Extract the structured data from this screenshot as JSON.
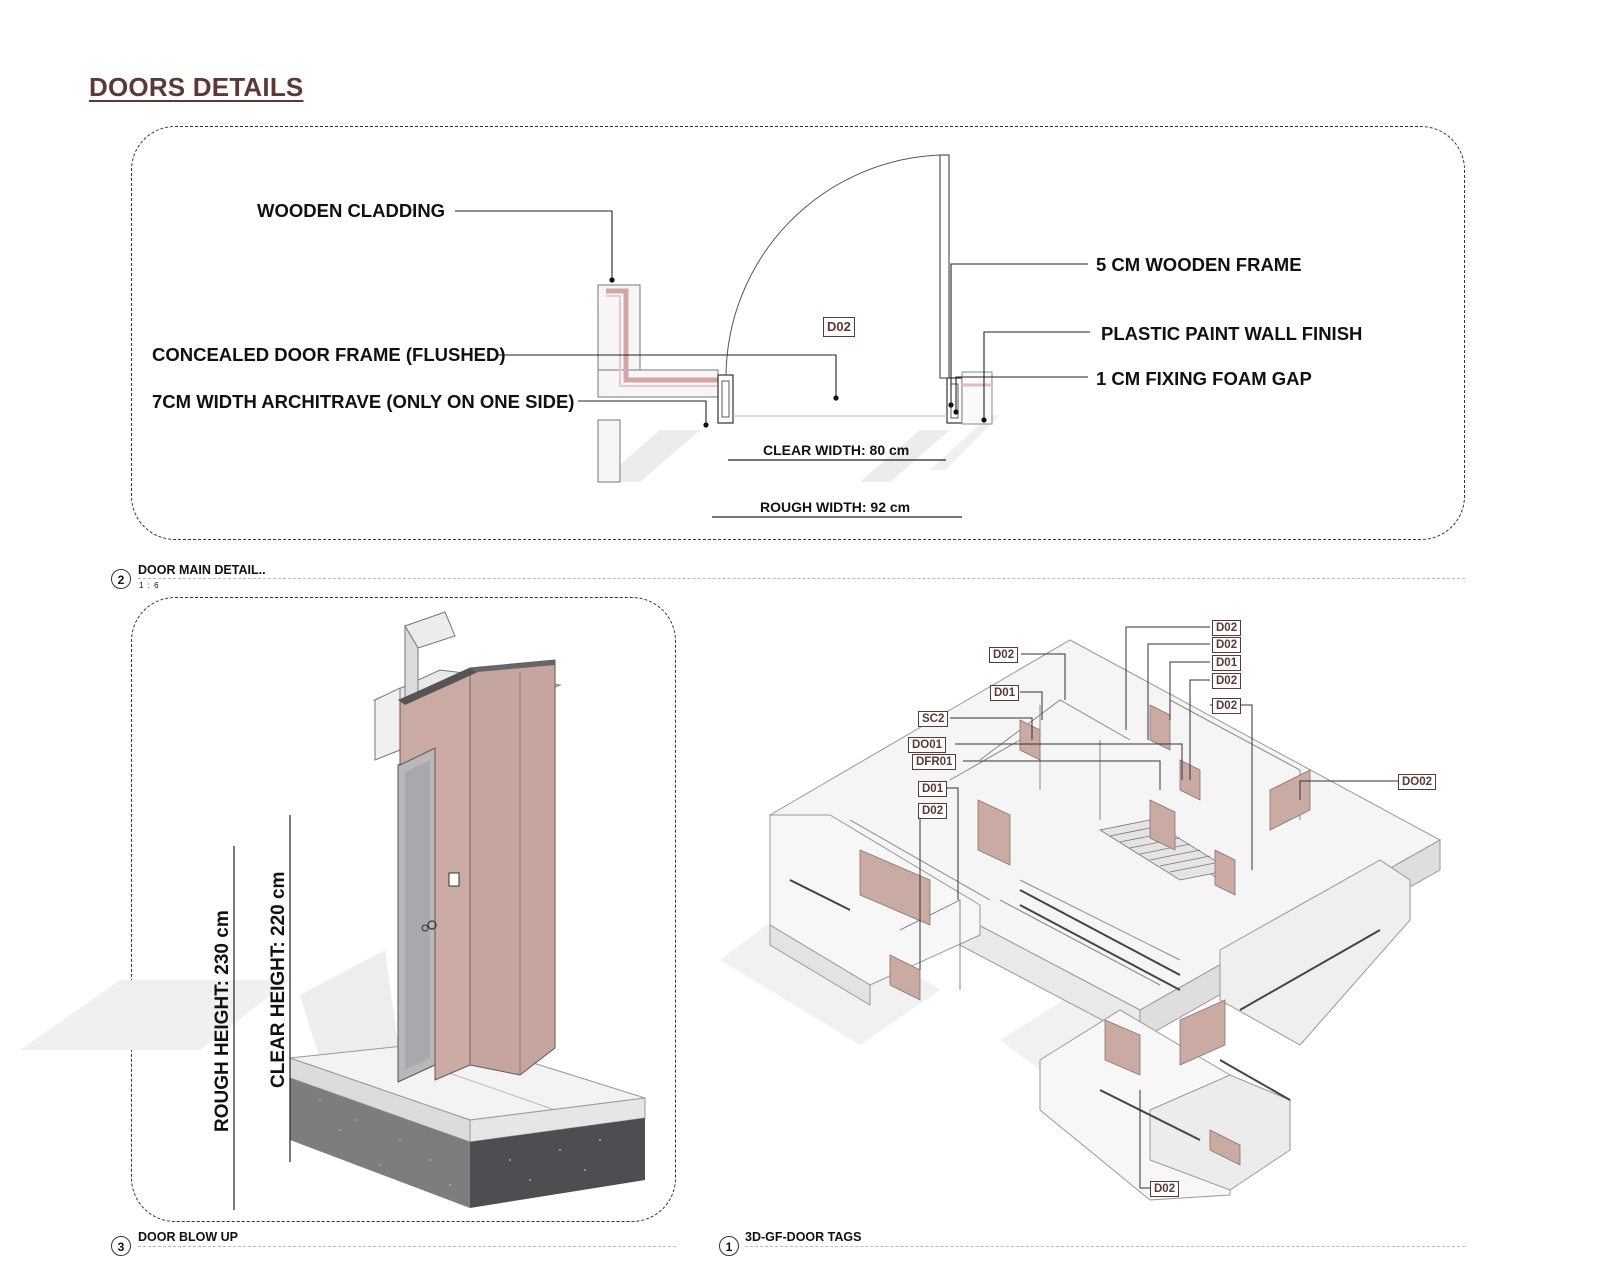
{
  "page": {
    "title": "DOORS DETAILS"
  },
  "plan_detail": {
    "annotations": {
      "wooden_cladding": "WOODEN CLADDING",
      "concealed_frame": "CONCEALED DOOR FRAME (FLUSHED)",
      "architrave": "7CM WIDTH ARCHITRAVE (ONLY ON ONE SIDE)",
      "wooden_frame": "5 CM WOODEN FRAME",
      "paint_finish": "PLASTIC PAINT WALL FINISH",
      "foam_gap": "1 CM FIXING FOAM GAP"
    },
    "door_tag": "D02",
    "clear_width": "CLEAR WIDTH:  80 cm",
    "rough_width": "ROUGH WIDTH:  92 cm"
  },
  "blowup": {
    "rough_height": "ROUGH HEIGHT:  230 cm",
    "clear_height": "CLEAR HEIGHT:  220 cm"
  },
  "view_titles": [
    {
      "number": "2",
      "title": "DOOR MAIN DETAIL..",
      "scale": "1 : 6"
    },
    {
      "number": "3",
      "title": "DOOR BLOW UP"
    },
    {
      "number": "1",
      "title": "3D-GF-DOOR TAGS"
    }
  ],
  "iso_tags": {
    "t1": "D02",
    "t2": "D02",
    "t3": "D02",
    "t4": "D01",
    "t5": "D02",
    "t6": "D01",
    "t7": "D02",
    "t8": "SC2",
    "t9": "DO01",
    "t10": "DFR01",
    "t11": "D01",
    "t12": "D02",
    "t13": "DO02",
    "t14": "D02"
  },
  "colors": {
    "title": "#5b3a36",
    "accent_pink": "#c9aba4",
    "tag_border": "#5b3a36"
  }
}
